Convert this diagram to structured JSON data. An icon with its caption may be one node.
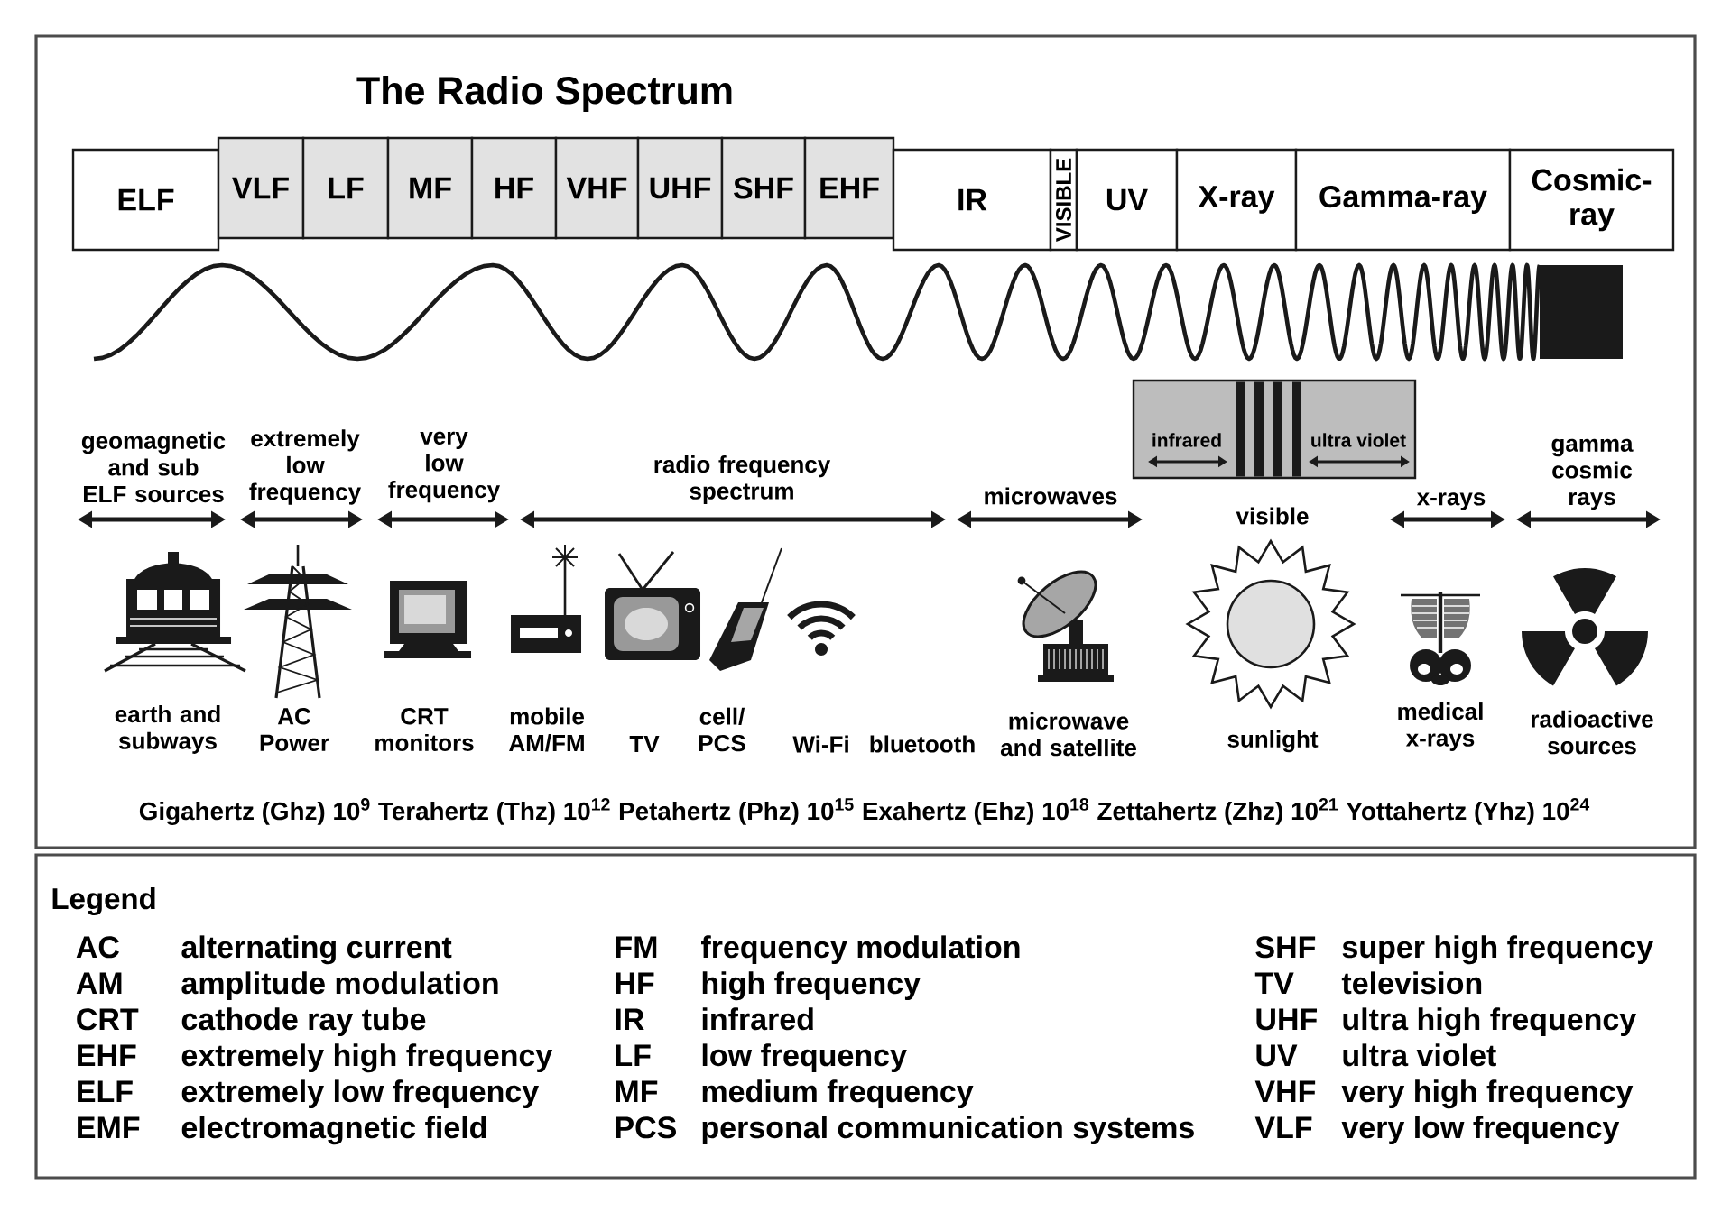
{
  "diagram": {
    "title": "The Radio Spectrum",
    "nodes": [
      {
        "text": [
          "ELF"
        ]
      },
      {
        "text": [
          "VLF"
        ]
      },
      {
        "text": [
          "LF"
        ]
      },
      {
        "text": [
          "MF"
        ]
      },
      {
        "text": [
          "HF"
        ]
      },
      {
        "text": [
          "VHF"
        ]
      },
      {
        "text": [
          "UHF"
        ]
      },
      {
        "text": [
          "SHF"
        ]
      },
      {
        "text": [
          "EHF"
        ]
      },
      {
        "text": [
          "IR"
        ]
      },
      {
        "text": [
          "VISIBLE"
        ]
      },
      {
        "text": [
          "UV"
        ]
      },
      {
        "text": [
          "X-ray"
        ]
      },
      {
        "text": [
          "Gamma-ray"
        ]
      },
      {
        "text": [
          "Cosmic- ray"
        ]
      },
      {
        "text": [
          "infrared",
          "ultra violet"
        ]
      }
    ],
    "labels": [
      "geomagnetic and sub ELF sources",
      "extremely low frequency",
      "very low frequency",
      "radio frequency spectrum",
      "microwaves",
      "visible",
      "x-rays",
      "gamma cosmic rays",
      "earth and subways",
      "AC Power",
      "CRT monitors",
      "mobile AM/FM",
      "TV",
      "cell/ PCS",
      "Wi-Fi",
      "bluetooth",
      "microwave and satellite",
      "sunlight",
      "medical x-rays",
      "radioactive sources",
      "Gigahertz (Ghz) 10$^{9}$ Terahertz (Thz) 10$^{12}$ Petahertz (Phz) 10$^{15}$ Exahertz (Ehz) 10$^{18}$ Zettahertz (Zhz) 10$^{21}$ Yottahertz (Yhz) 10$^{24}$",
      "Legend",
      "AC",
      "alternating current",
      "FM",
      "frequency modulation",
      "SHF",
      "super high frequency",
      "AM",
      "amplitude modulation",
      "HF",
      "high frequency",
      "TV",
      "television",
      "CRT",
      "cathode ray tube",
      "IR",
      "infrared",
      "UHF",
      "ultra high frequency",
      "EHF",
      "extremely high frequency",
      "LF",
      "low frequency",
      "UV",
      "ultra violet",
      "ELF",
      "extremely low frequency",
      "MF",
      "medium frequency",
      "VHF",
      "very high frequency",
      "EMF",
      "electromagnetic field",
      "PCS",
      "personal communication systems",
      "VLF",
      "very low frequency"
    ]
  }
}
